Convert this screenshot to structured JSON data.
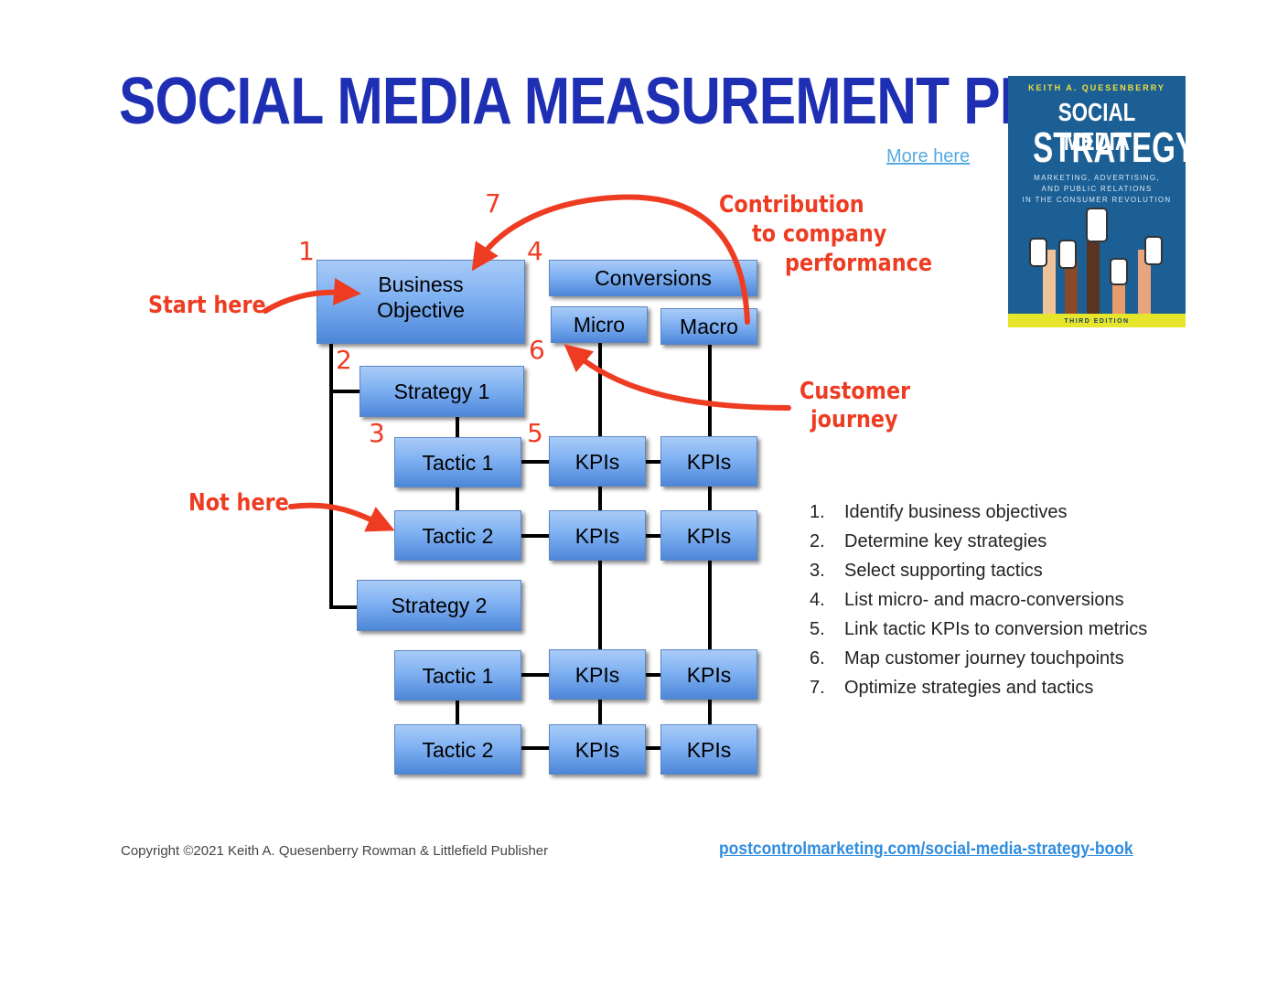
{
  "title": "SOCIAL MEDIA MEASUREMENT PLAN",
  "more_link": "More here",
  "book": {
    "author": "KEITH A. QUESENBERRY",
    "title_line1": "SOCIAL MEDIA",
    "title_line2": "STRATEGY",
    "subtitle_line1": "MARKETING, ADVERTISING,",
    "subtitle_line2": "AND PUBLIC RELATIONS",
    "subtitle_line3": "IN THE CONSUMER REVOLUTION",
    "edition": "THIRD EDITION"
  },
  "diagram": {
    "business_objective_line1": "Business",
    "business_objective_line2": "Objective",
    "conversions": "Conversions",
    "micro": "Micro",
    "macro": "Macro",
    "strategy1": "Strategy 1",
    "strategy2": "Strategy 2",
    "tactic1": "Tactic 1",
    "tactic2": "Tactic 2",
    "kpis": "KPIs",
    "numbers": {
      "n1": "1",
      "n2": "2",
      "n3": "3",
      "n4": "4",
      "n5": "5",
      "n6": "6",
      "n7": "7"
    }
  },
  "annotations": {
    "start_here": "Start here",
    "not_here": "Not here",
    "contribution_line1": "Contribution",
    "contribution_line2": "to company",
    "contribution_line3": "performance",
    "customer_line1": "Customer",
    "customer_line2": "journey"
  },
  "colors": {
    "title": "#1f2fb4",
    "accent": "#ee3c23",
    "link": "#2f8de0",
    "box": "#7fb1f2"
  },
  "steps": [
    {
      "n": "1.",
      "text": "Identify business objectives"
    },
    {
      "n": "2.",
      "text": "Determine key strategies"
    },
    {
      "n": "3.",
      "text": "Select supporting tactics"
    },
    {
      "n": "4.",
      "text": "List micro- and macro-conversions"
    },
    {
      "n": "5.",
      "text": "Link tactic KPIs to conversion metrics"
    },
    {
      "n": "6.",
      "text": "Map customer journey touchpoints"
    },
    {
      "n": "7.",
      "text": "Optimize strategies and tactics"
    }
  ],
  "footer": {
    "copyright": "Copyright ©2021 Keith A. Quesenberry Rowman & Littlefield Publisher",
    "url": "postcontrolmarketing.com/social-media-strategy-book"
  }
}
